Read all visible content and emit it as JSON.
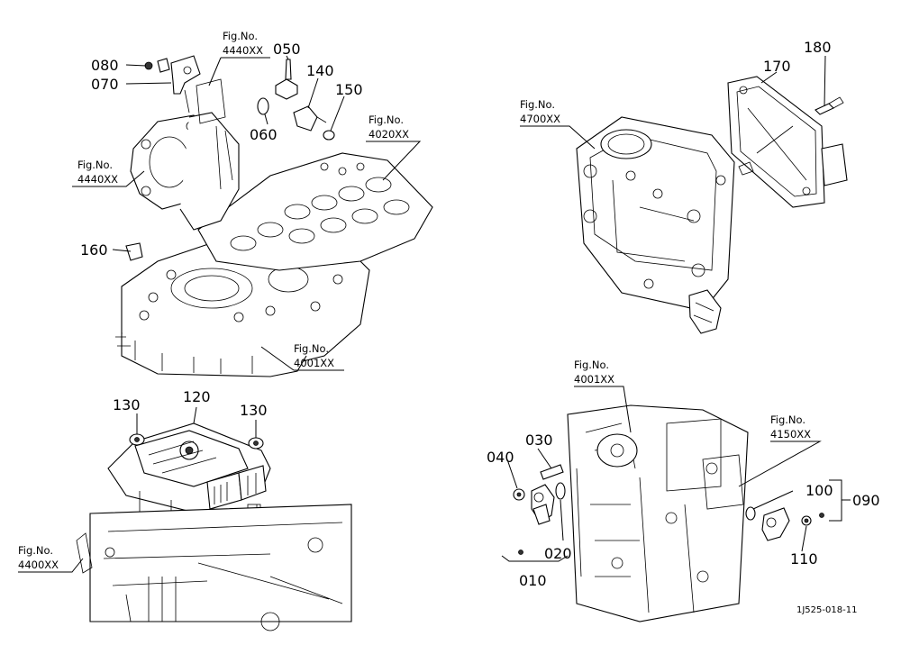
{
  "part_numbers": {
    "p010": "010",
    "p020": "020",
    "p030": "030",
    "p040": "040",
    "p050": "050",
    "p060": "060",
    "p070": "070",
    "p080": "080",
    "p090": "090",
    "p100": "100",
    "p110": "110",
    "p120": "120",
    "p130a": "130",
    "p130b": "130",
    "p140": "140",
    "p150": "150",
    "p160": "160",
    "p170": "170",
    "p180": "180"
  },
  "figure_refs": {
    "label": "Fig.No.",
    "f4440_top": "4440XX",
    "f4440_left": "4440XX",
    "f4020": "4020XX",
    "f4001_head": "4001XX",
    "f4700": "4700XX",
    "f4001_block": "4001XX",
    "f4150": "4150XX",
    "f4400": "4400XX"
  },
  "drawing_code": "1J525-018-11"
}
